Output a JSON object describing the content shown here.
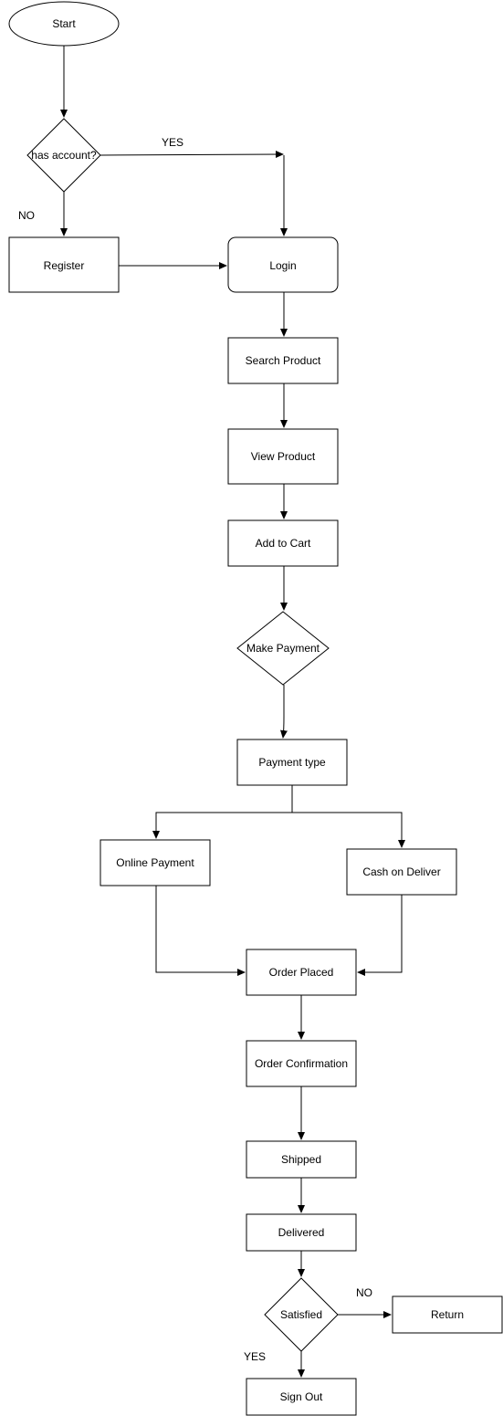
{
  "nodes": {
    "start": "Start",
    "has_account": "has account?",
    "register": "Register",
    "login": "Login",
    "search_product": "Search Product",
    "view_product": "View Product",
    "add_to_cart": "Add to Cart",
    "make_payment": "Make Payment",
    "payment_type": "Payment type",
    "online_payment": "Online Payment",
    "cash_on_delivery": "Cash on Deliver",
    "order_placed": "Order Placed",
    "order_confirmation": "Order Confirmation",
    "shipped": "Shipped",
    "delivered": "Delivered",
    "satisfied": "Satisfied",
    "return": "Return",
    "sign_out": "Sign Out"
  },
  "edge_labels": {
    "account_yes": "YES",
    "account_no": "NO",
    "satisfied_no": "NO",
    "satisfied_yes": "YES"
  },
  "colors": {
    "stroke": "#000000",
    "fill": "#ffffff"
  }
}
